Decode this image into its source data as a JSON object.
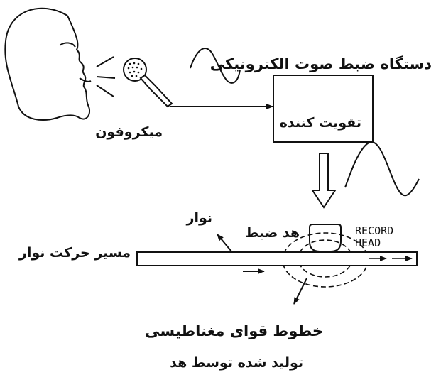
{
  "labels": {
    "device": "دستگاه ضبط صوت الکترونیکی",
    "amplifier": "تقویت کننده",
    "microphone": "میکروفون",
    "tape": "نوار",
    "record_head_fa": "هد ضبط",
    "record_head_en": "RECORD\nHEAD",
    "tape_path": "مسیر حرکت نوار",
    "field_lines_1": "خطوط قوای مغناطیسی",
    "field_lines_2": "تولید شده توسط هد"
  },
  "colors": {
    "stroke": "#111111",
    "background": "#ffffff"
  }
}
